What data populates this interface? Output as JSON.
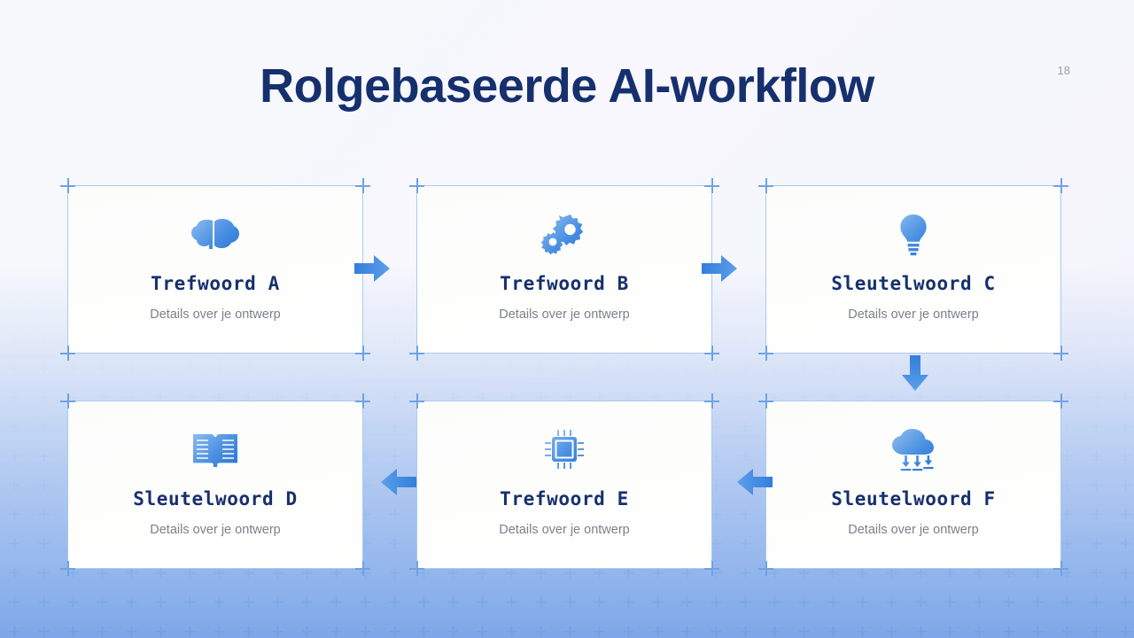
{
  "slide": {
    "title": "Rolgebaseerde AI-workflow",
    "page_number": "18",
    "accent_color": "#16306e",
    "icon_color": "#3b82e0",
    "border_color": "#a9caee",
    "background_color": "#f7f8fc",
    "subtitle_color": "#7b818c"
  },
  "cards": [
    {
      "title": "Trefwoord A",
      "subtitle": "Details over je ontwerp",
      "icon": "brain-icon"
    },
    {
      "title": "Trefwoord B",
      "subtitle": "Details over je ontwerp",
      "icon": "gears-icon"
    },
    {
      "title": "Sleutelwoord C",
      "subtitle": "Details over je ontwerp",
      "icon": "lightbulb-icon"
    },
    {
      "title": "Sleutelwoord D",
      "subtitle": "Details over je ontwerp",
      "icon": "open-book-icon"
    },
    {
      "title": "Trefwoord E",
      "subtitle": "Details over je ontwerp",
      "icon": "cpu-chip-icon"
    },
    {
      "title": "Sleutelwoord F",
      "subtitle": "Details over je ontwerp",
      "icon": "cloud-download-icon"
    }
  ],
  "connectors": [
    {
      "name": "arrow-a-to-b",
      "direction": "right"
    },
    {
      "name": "arrow-b-to-c",
      "direction": "right"
    },
    {
      "name": "arrow-c-to-f",
      "direction": "down"
    },
    {
      "name": "arrow-e-to-d",
      "direction": "left"
    },
    {
      "name": "arrow-f-to-e",
      "direction": "left"
    }
  ]
}
